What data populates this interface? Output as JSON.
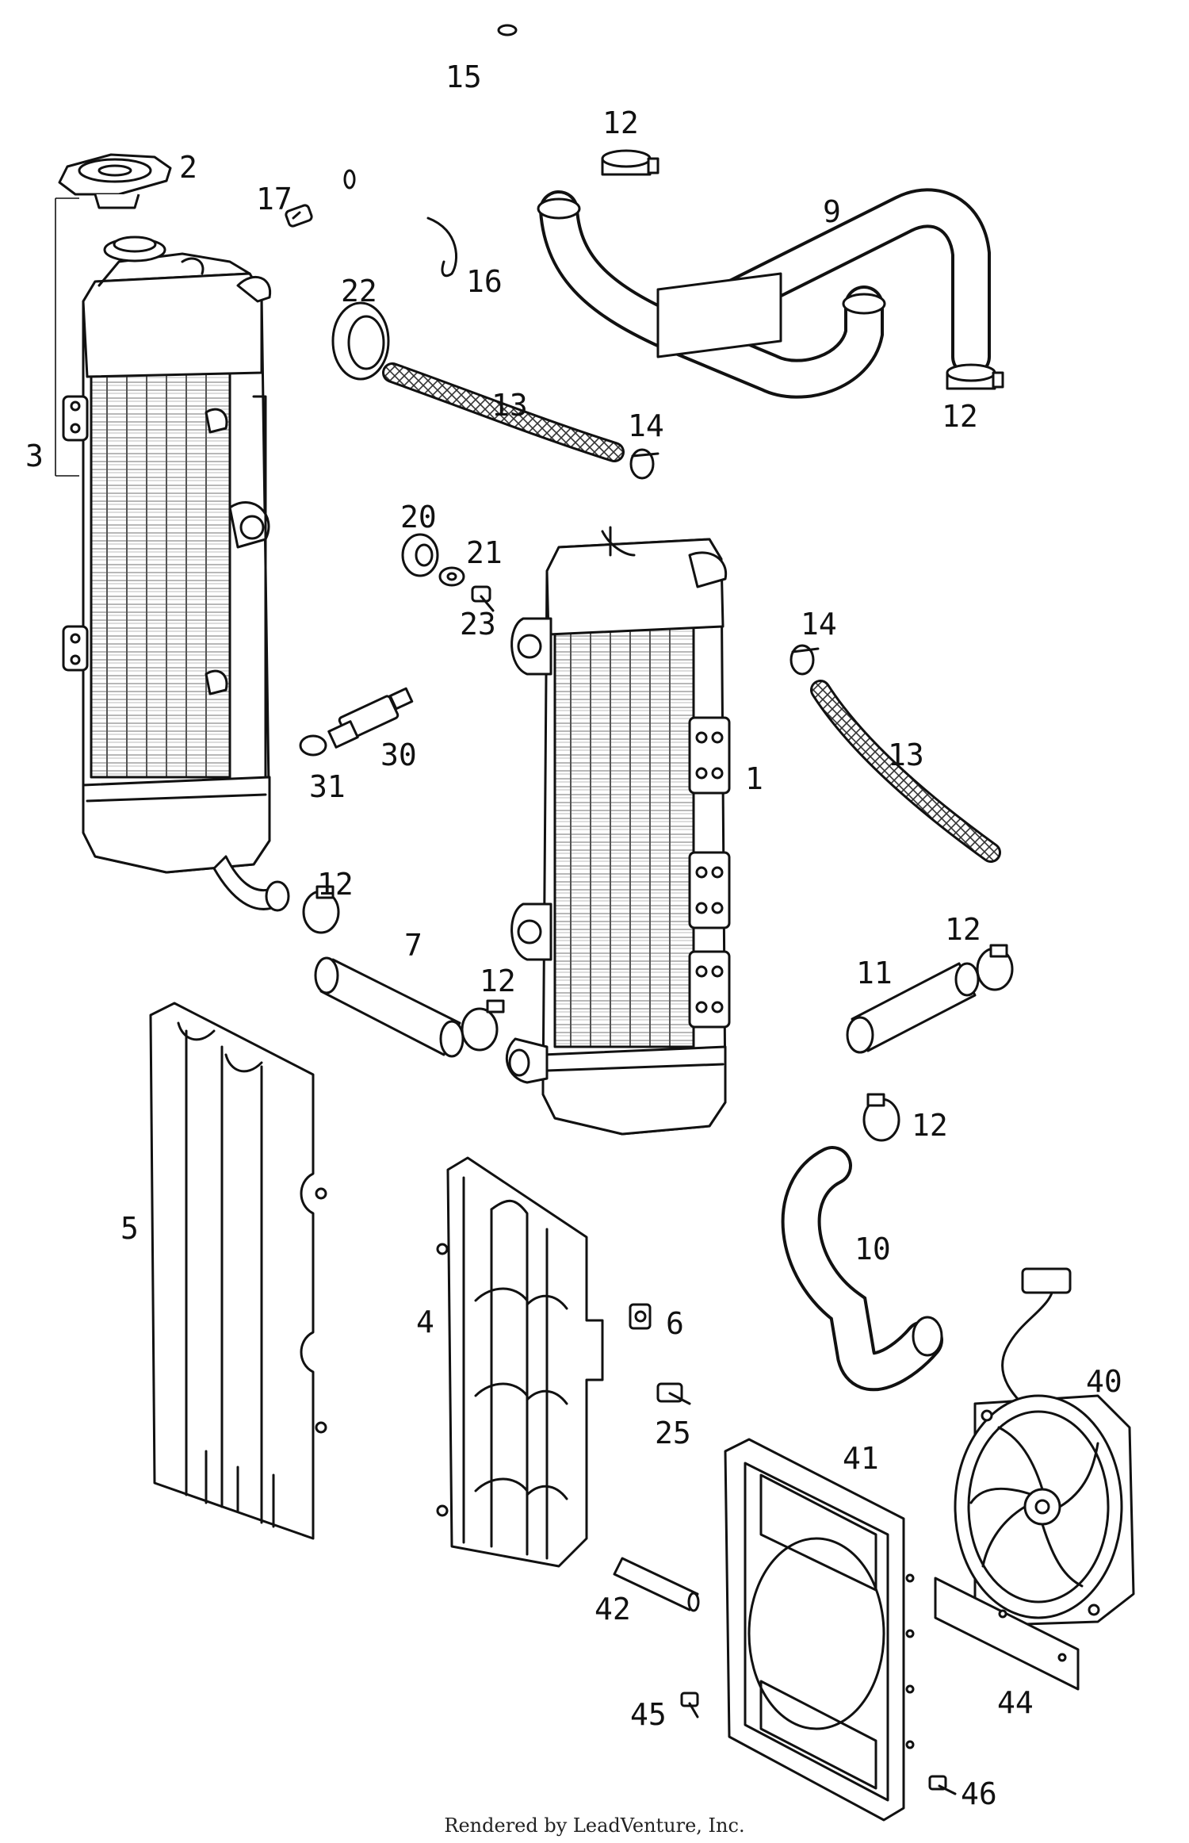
{
  "callouts": [
    {
      "id": "15",
      "label": "15"
    },
    {
      "id": "12a",
      "label": "12"
    },
    {
      "id": "2",
      "label": "2"
    },
    {
      "id": "17",
      "label": "17"
    },
    {
      "id": "9",
      "label": "9"
    },
    {
      "id": "16",
      "label": "16"
    },
    {
      "id": "22",
      "label": "22"
    },
    {
      "id": "12b",
      "label": "12"
    },
    {
      "id": "13a",
      "label": "13"
    },
    {
      "id": "3",
      "label": "3"
    },
    {
      "id": "14a",
      "label": "14"
    },
    {
      "id": "20",
      "label": "20"
    },
    {
      "id": "21",
      "label": "21"
    },
    {
      "id": "23",
      "label": "23"
    },
    {
      "id": "14b",
      "label": "14"
    },
    {
      "id": "30",
      "label": "30"
    },
    {
      "id": "13b",
      "label": "13"
    },
    {
      "id": "1",
      "label": "1"
    },
    {
      "id": "31",
      "label": "31"
    },
    {
      "id": "12c",
      "label": "12"
    },
    {
      "id": "7",
      "label": "7"
    },
    {
      "id": "12d",
      "label": "12"
    },
    {
      "id": "12e",
      "label": "12"
    },
    {
      "id": "11",
      "label": "11"
    },
    {
      "id": "12f",
      "label": "12"
    },
    {
      "id": "5",
      "label": "5"
    },
    {
      "id": "10",
      "label": "10"
    },
    {
      "id": "4",
      "label": "4"
    },
    {
      "id": "6",
      "label": "6"
    },
    {
      "id": "40",
      "label": "40"
    },
    {
      "id": "25",
      "label": "25"
    },
    {
      "id": "41",
      "label": "41"
    },
    {
      "id": "42",
      "label": "42"
    },
    {
      "id": "44",
      "label": "44"
    },
    {
      "id": "45",
      "label": "45"
    },
    {
      "id": "46",
      "label": "46"
    }
  ],
  "footer": "Rendered by LeadVenture, Inc."
}
